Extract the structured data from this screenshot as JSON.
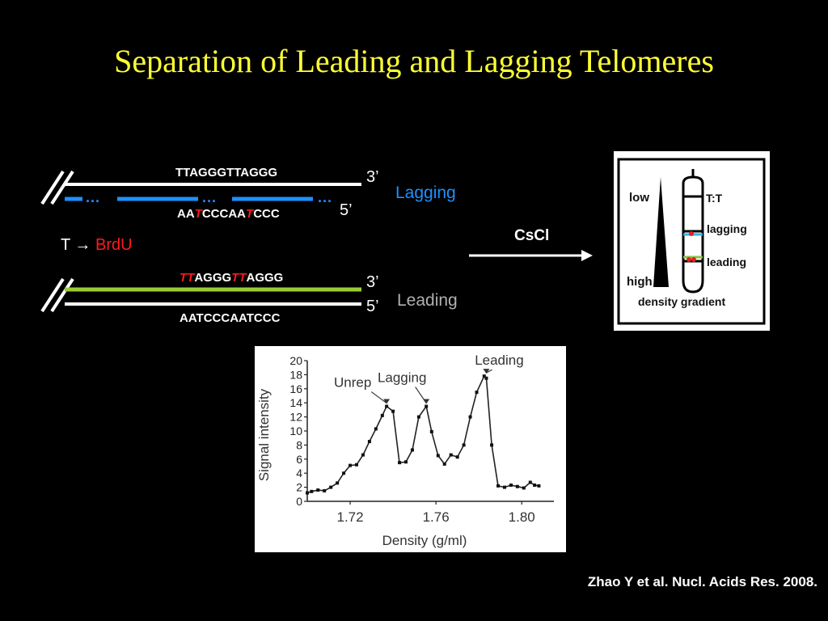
{
  "title": "Separation of Leading and Lagging Telomeres",
  "lagging": {
    "top_seq": "TTAGGGTTAGGG",
    "end_top": "3’",
    "end_bottom": "5’",
    "bottom_seq": [
      "AA",
      "T",
      "CCCAA",
      "T",
      "CCC"
    ],
    "label": "Lagging",
    "dots": "...",
    "colors": {
      "strand": "#ffffff",
      "new_strand": "#1e90ff"
    }
  },
  "substitution": {
    "from": "T",
    "arrow": "→",
    "to": "BrdU"
  },
  "leading": {
    "top_seq": [
      "TT",
      "AGGG",
      "TT",
      "AGGG"
    ],
    "end_top": "3’",
    "end_bottom": "5’",
    "bottom_seq": "AATCCCAATCCC",
    "label": "Leading",
    "colors": {
      "strand": "#ffffff",
      "new_strand": "#9acd32"
    }
  },
  "cscl_label": "CsCl",
  "gradient_panel": {
    "low": "low",
    "high": "high",
    "tt": "T:T",
    "lagging": "lagging",
    "leading": "leading",
    "caption": "density gradient"
  },
  "chart_data": {
    "type": "line",
    "xlabel": "Density (g/ml)",
    "ylabel": "Signal intensity",
    "xlim": [
      1.7,
      1.815
    ],
    "ylim": [
      0,
      20
    ],
    "xticks": [
      "1.72",
      "1.76",
      "1.80"
    ],
    "xtick_values": [
      1.72,
      1.76,
      1.8
    ],
    "yticks": [
      0,
      2,
      4,
      6,
      8,
      10,
      12,
      14,
      16,
      18,
      20
    ],
    "annotations": [
      {
        "text": "Unrep",
        "x": 1.737,
        "y": 13.5
      },
      {
        "text": "Lagging",
        "x": 1.7555,
        "y": 13.5
      },
      {
        "text": "Leading",
        "x": 1.7835,
        "y": 17.8
      }
    ],
    "x": [
      1.7,
      1.702,
      1.705,
      1.708,
      1.711,
      1.714,
      1.717,
      1.72,
      1.723,
      1.726,
      1.729,
      1.732,
      1.735,
      1.737,
      1.74,
      1.743,
      1.746,
      1.749,
      1.752,
      1.7555,
      1.758,
      1.761,
      1.764,
      1.767,
      1.77,
      1.773,
      1.776,
      1.779,
      1.7825,
      1.7835,
      1.786,
      1.789,
      1.792,
      1.795,
      1.798,
      1.801,
      1.804,
      1.806,
      1.808
    ],
    "y": [
      1.2,
      1.4,
      1.6,
      1.5,
      2.0,
      2.6,
      4.0,
      5.1,
      5.2,
      6.6,
      8.5,
      10.3,
      12.2,
      13.5,
      12.8,
      5.5,
      5.6,
      7.3,
      12.0,
      13.5,
      9.9,
      6.5,
      5.3,
      6.6,
      6.3,
      8.0,
      12.0,
      15.5,
      17.8,
      17.5,
      8.0,
      2.2,
      2.0,
      2.3,
      2.1,
      1.9,
      2.7,
      2.3,
      2.2
    ]
  },
  "citation": "Zhao Y et al. Nucl. Acids Res. 2008."
}
